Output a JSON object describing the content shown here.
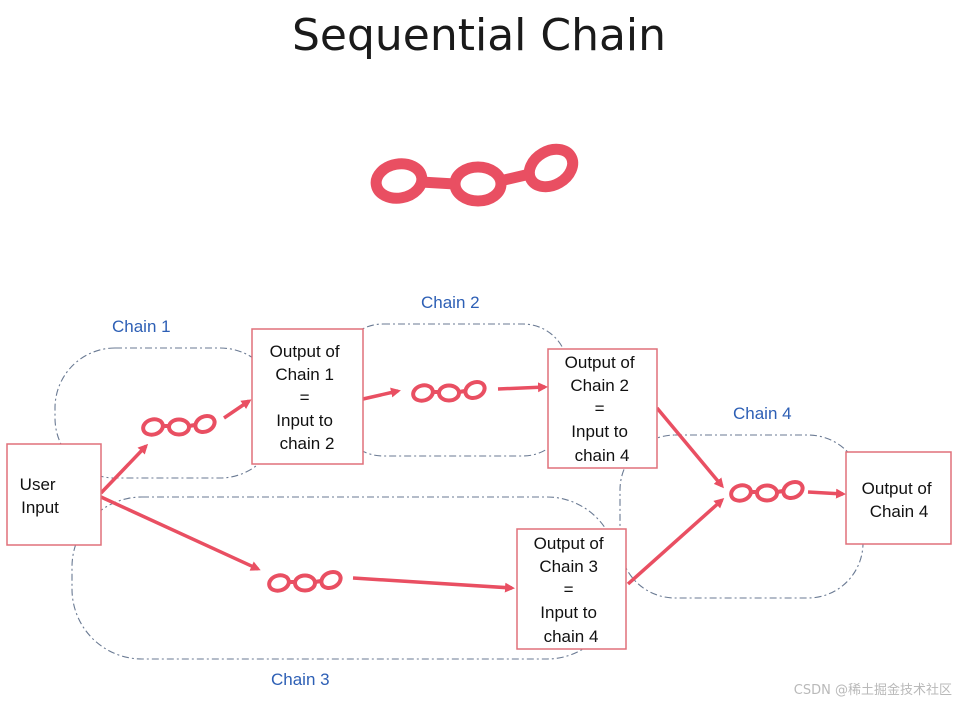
{
  "title": "Sequential Chain",
  "chain_labels": {
    "chain1": "Chain 1",
    "chain2": "Chain 2",
    "chain3": "Chain 3",
    "chain4": "Chain 4"
  },
  "boxes": {
    "user_input": [
      "User",
      "Input"
    ],
    "output1": [
      "Output of",
      "Chain 1",
      "=",
      "Input to",
      "chain 2"
    ],
    "output2": [
      "Output of",
      "Chain 2",
      "=",
      "Input to",
      "chain 4"
    ],
    "output3": [
      "Output of",
      "Chain 3",
      "=",
      "Input to",
      "chain 4"
    ],
    "output4": [
      "Output of",
      "Chain 4"
    ]
  },
  "watermark": "CSDN @稀土掘金技术社区",
  "icons": [
    "chain-link-icon"
  ],
  "colors": {
    "accent": "#e94f62",
    "chain_label": "#2d5fb5",
    "box_border": "#e0707a",
    "region_outline": "#6a7a93"
  }
}
